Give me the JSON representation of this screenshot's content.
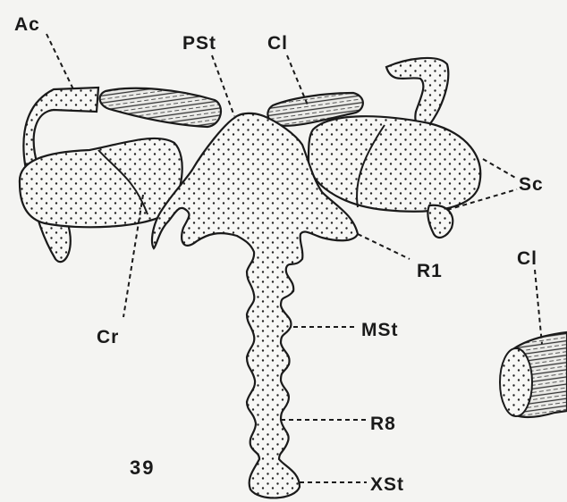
{
  "figure_number": "39",
  "labels": {
    "ac": "Ac",
    "pst": "PSt",
    "cl_top": "Cl",
    "sc": "Sc",
    "r1": "R1",
    "cr": "Cr",
    "cl_right": "Cl",
    "mst": "MSt",
    "r8": "R8",
    "xst": "XSt"
  }
}
